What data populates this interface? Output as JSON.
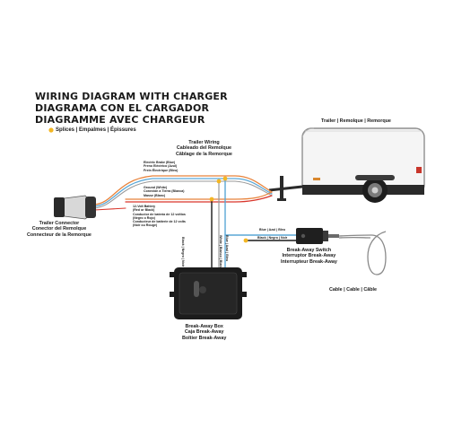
{
  "titles": [
    "WIRING DIAGRAM WITH CHARGER",
    "DIAGRAMA CON EL CARGADOR",
    "DIAGRAMME AVEC CHARGEUR"
  ],
  "legend": "Splices | Empalmes | Épissures",
  "trailer_label": "Trailer | Remolque | Remorque",
  "trailer_wiring": [
    "Trailer Wiring",
    "Cableado del Remolque",
    "Câblage de la Remorque"
  ],
  "trailer_connector": [
    "Trailer Connector",
    "Conector del Remolque",
    "Connecteur de la Remorque"
  ],
  "electric_brake": [
    "Electric Brake (Blue)",
    "Freno Eléctrico (Azul)",
    "Frein Électrique (Bleu)"
  ],
  "ground": [
    "Ground (White)",
    "Conexión a Tierra (Blanca)",
    "Masse (Blanc)"
  ],
  "battery": [
    "12-Volt Battery",
    "(Red or Black)",
    "Conductor de batería de 12 voltios",
    "(Negro o Rojo)",
    "Conducteur de batterie de 12 volts",
    "(Noir ou Rouge)"
  ],
  "vertical_wires": [
    "Black | Negro | Noir",
    "White | Blanco | Blanc",
    "Blue | Azul | Bleu"
  ],
  "blue_wire": "Blue | Azul | Bleu",
  "black_wire": "Black | Negro | Noir",
  "breakaway_switch": [
    "Break-Away Switch",
    "Interruptor Break-Away",
    "Interrupteur Break-Away"
  ],
  "cable": "Cable | Cable | Câble",
  "breakaway_box": [
    "Break-Away Box",
    "Caja Break-Away",
    "Boîtier Break-Away"
  ],
  "colors": {
    "wire_orange": "#e8823a",
    "wire_blue": "#5aa7d6",
    "wire_red": "#d9362b",
    "wire_black": "#1a1a1a",
    "splice": "#f3b623",
    "trailer_body": "#f4f4f4"
  }
}
